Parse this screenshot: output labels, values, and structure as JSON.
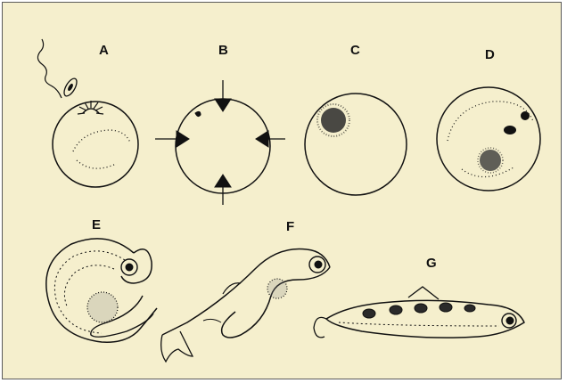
{
  "stages": [
    {
      "key": "A",
      "label": "A"
    },
    {
      "key": "B",
      "label": "B"
    },
    {
      "key": "C",
      "label": "C"
    },
    {
      "key": "D",
      "label": "D"
    },
    {
      "key": "E",
      "label": "E"
    },
    {
      "key": "F",
      "label": "F"
    },
    {
      "key": "G",
      "label": "G"
    }
  ],
  "colors": {
    "background": "#f5efcd",
    "ink": "#111111",
    "frame": "#5a5a5a"
  }
}
